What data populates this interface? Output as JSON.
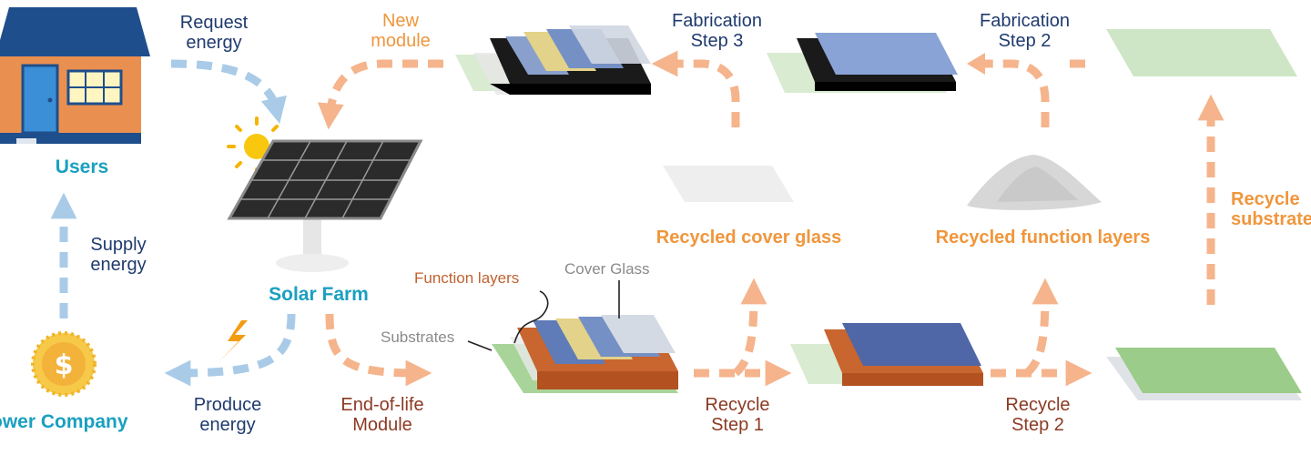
{
  "labels": {
    "users": "Users",
    "request_energy": "Request\nenergy",
    "supply_energy": "Supply\nenergy",
    "power_company": "ower Company",
    "produce_energy": "Produce\nenergy",
    "solar_farm": "Solar Farm",
    "new_module": "New\nmodule",
    "end_of_life": "End-of-life\nModule",
    "fab_step3": "Fabrication\nStep 3",
    "fab_step2": "Fabrication\nStep 2",
    "recycled_cover_glass": "Recycled cover glass",
    "recycled_function_layers": "Recycled function layers",
    "recycle_substrates": "Recycle\nsubstrate",
    "recycle_step1": "Recycle\nStep 1",
    "recycle_step2": "Recycle\nStep 2",
    "function_layers": "Function layers",
    "cover_glass": "Cover Glass",
    "substrates": "Substrates"
  },
  "colors": {
    "navy": "#1f3a6e",
    "teal": "#1aa0c0",
    "orange": "#f0963c",
    "arrow_orange": "#f5b48c",
    "arrow_blue": "#a9cbe8",
    "substrate_green": "#a8d49a",
    "function_orange": "#c9652e",
    "function_blue": "#5f7bb8",
    "function_yellow": "#e3d38a",
    "glass_gray": "#dfe4ea",
    "black_layer": "#1a1a1a"
  }
}
